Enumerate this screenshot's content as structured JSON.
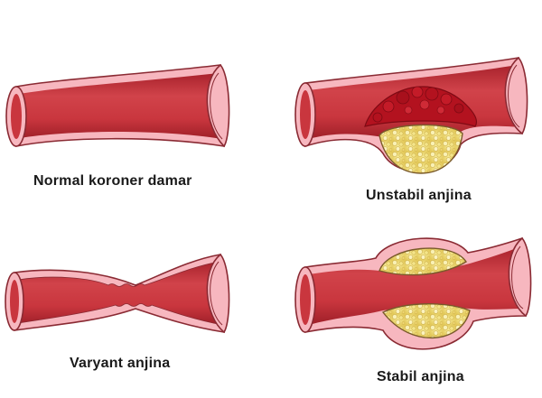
{
  "labels": {
    "normal": "Normal koroner damar",
    "unstable": "Unstabil anjina",
    "variant": "Varyant anjina",
    "stable": "Stabil anjina"
  },
  "colors": {
    "wall_light": "#f7b7bf",
    "wall_outline": "#8a2a33",
    "lumen": "#c9363e",
    "lumen_dark": "#a8222c",
    "plaque_fill": "#f2e07a",
    "plaque_outline": "#7a5a2a",
    "clot": "#b3121f",
    "clot_dark": "#7f0a14"
  }
}
